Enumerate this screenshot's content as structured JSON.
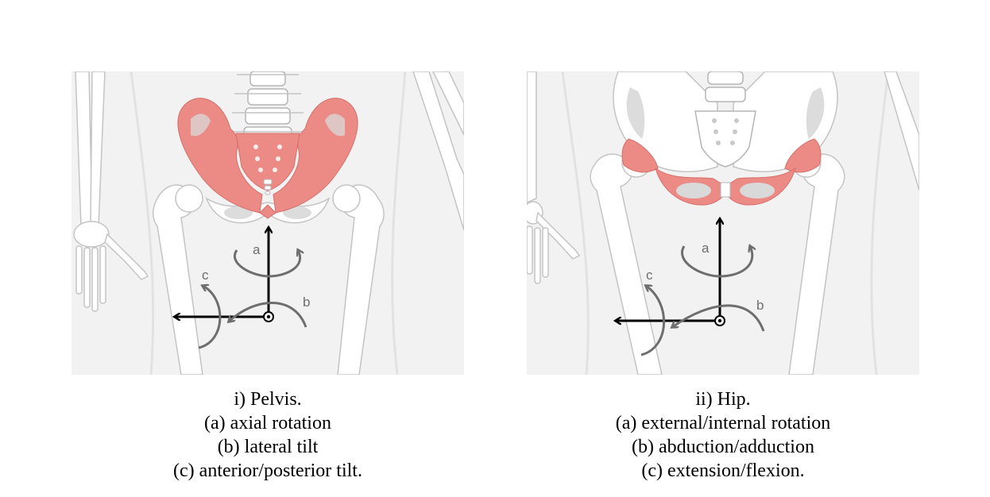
{
  "figure": {
    "colors": {
      "background": "#f2f2f2",
      "bone": "#ffffff",
      "bone_outline": "#c4c4c4",
      "bone_shadow": "#d3d3d3",
      "highlight": "#ec8b86",
      "axis": "#000000",
      "rotation_arrow": "#6e6e6e"
    },
    "panels": [
      {
        "id": "pelvis",
        "axis_letters": {
          "a": "a",
          "b": "b",
          "c": "c"
        },
        "caption": {
          "title": "i) Pelvis.",
          "line_a": "(a) axial rotation",
          "line_b": "(b) lateral tilt",
          "line_c": "(c) anterior/posterior tilt."
        }
      },
      {
        "id": "hip",
        "axis_letters": {
          "a": "a",
          "b": "b",
          "c": "c"
        },
        "caption": {
          "title": "ii) Hip.",
          "line_a": "(a) external/internal rotation",
          "line_b": "(b) abduction/adduction",
          "line_c": "(c) extension/flexion."
        }
      }
    ]
  }
}
